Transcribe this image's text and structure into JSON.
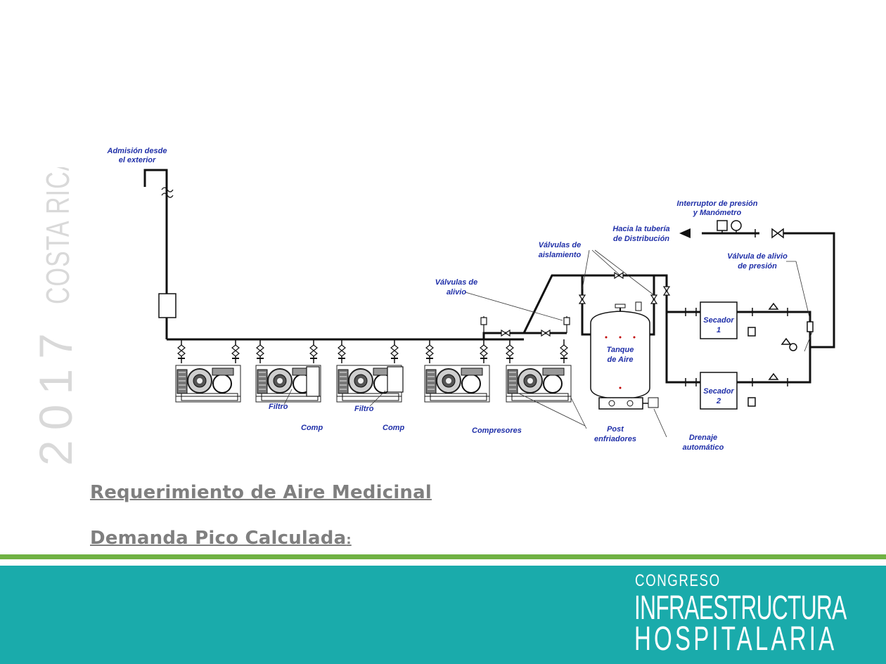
{
  "watermark": {
    "year": "2017",
    "country": "COSTA RICA"
  },
  "diagram": {
    "labels": {
      "intake": [
        "Admisión desde",
        "el exterior"
      ],
      "pressure_switch": [
        "Interruptor de presión",
        "y Manómetro"
      ],
      "to_distribution": [
        "Hacia la tubería",
        "de Distribución"
      ],
      "isolation_valves": [
        "Válvulas de",
        "aislamiento"
      ],
      "relief_valves": [
        "Válvulas de",
        "alivio"
      ],
      "pressure_relief": [
        "Válvula de alivio",
        "de presión"
      ],
      "tank": [
        "Tanque",
        "de Aire"
      ],
      "dryer1": [
        "Secador",
        "1"
      ],
      "dryer2": [
        "Secador",
        "2"
      ],
      "filter1": "Filtro",
      "filter2": "Filtro",
      "comp_cut1": "Comp",
      "comp_cut2": "Comp",
      "compressors": "Compresores",
      "aftercoolers": [
        "Post",
        "enfriadores"
      ],
      "auto_drain": [
        "Drenaje",
        "automático"
      ]
    }
  },
  "titles": {
    "line1": "Requerimiento de Aire Medicinal",
    "line2": "Demanda Pico  Calculada",
    "line2_suffix": ":"
  },
  "footer": {
    "line1": "CONGRESO",
    "line2": "INFRAESTRUCTURA",
    "line3": "HOSPITALARIA"
  },
  "colors": {
    "label_blue": "#1f2fa8",
    "title_gray": "#7f7f7f",
    "footer_teal": "#1aabab",
    "footer_green": "#70b244",
    "watermark_gray": "#d9d9d9"
  }
}
